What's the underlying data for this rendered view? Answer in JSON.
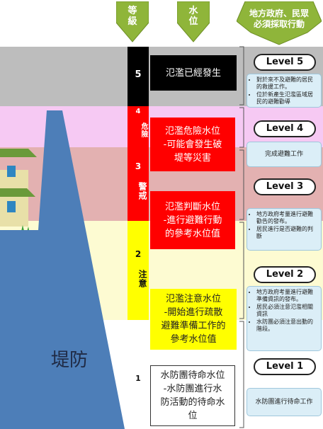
{
  "colors": {
    "band_gray": "#bdbdbd",
    "band_pink": "#f6c9f3",
    "band_red": "#e3b1b1",
    "band_yellow": "#fdfbd2",
    "col_black": "#000000",
    "col_red": "#ff0000",
    "col_yellow": "#ffff00",
    "arrow_green": "#8fb53a",
    "dike_blue": "#4d7eb8"
  },
  "header": {
    "grade": "等\n級",
    "water_level": "水\n位",
    "action": "地方政府、民眾\n必須採取行動"
  },
  "dike_label": "堤防",
  "levels": {
    "l5": {
      "number": "5",
      "desc": "氾濫已經發生",
      "pill": "Level 5",
      "actions": [
        "對於來不及避難的居民的救援工作。",
        "位於新產生氾濫區域居民的避難勸導"
      ]
    },
    "l4": {
      "number": "4",
      "tag": "危險",
      "desc": "氾濫危險水位\n-可能會發生破\n堤等災害",
      "pill": "Level 4",
      "action": "完成避難工作"
    },
    "l3": {
      "number": "3",
      "tag": "警戒",
      "desc": "氾濫判斷水位\n-進行避難行動\n的參考水位值",
      "pill": "Level 3",
      "actions": [
        "地方政府考量進行避難勸告的發布。",
        "居民進行是否避難的判斷"
      ]
    },
    "l2": {
      "number": "2",
      "tag": "注意",
      "desc": "氾濫注意水位\n-開始進行疏散\n避難準備工作的\n參考水位值",
      "pill": "Level 2",
      "actions": [
        "地方政府考量進行避難準備資訊的發布。",
        "居民必須注意氾濫相關資訊",
        "水防團必須注意出動的階段。"
      ]
    },
    "l1": {
      "number": "1",
      "desc": "水防團待命水位\n-水防團進行水\n防活動的待命水\n位",
      "pill": "Level 1",
      "action": "水防團進行待命工作"
    }
  }
}
